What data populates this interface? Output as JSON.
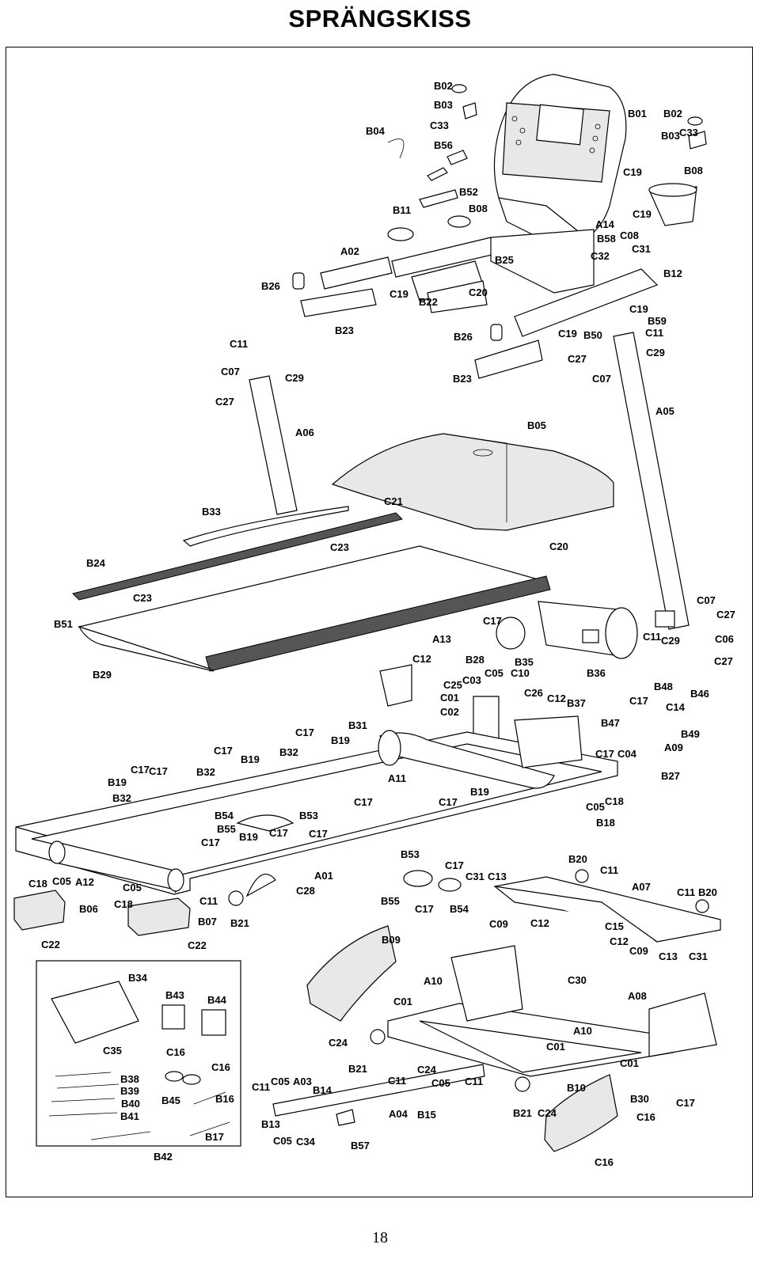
{
  "title": "SPRÄNGSKISS",
  "page_number": "18",
  "labels": {
    "console": [
      "B02",
      "B03",
      "C33",
      "B04",
      "B56",
      "B01",
      "B02",
      "B03",
      "C33",
      "C19",
      "B08",
      "C19",
      "B52",
      "B11",
      "B08",
      "A14",
      "B58",
      "C08",
      "C31",
      "C32",
      "A02",
      "B25",
      "B12",
      "B26",
      "C19",
      "B22",
      "C20",
      "C19",
      "B59",
      "C11",
      "C29",
      "B23",
      "C19",
      "B50",
      "B26",
      "C27",
      "C07",
      "B23"
    ],
    "uprights": [
      "C11",
      "C07",
      "C29",
      "C27",
      "A06",
      "A05",
      "B05",
      "B33",
      "C21",
      "C20",
      "B24",
      "C23",
      "C23",
      "C07",
      "C27",
      "C06",
      "C27",
      "C11",
      "C29"
    ],
    "deck": [
      "B51",
      "B29",
      "A13",
      "C17",
      "B28",
      "C12",
      "B35",
      "B36",
      "C05",
      "C10",
      "C25",
      "C03",
      "C01",
      "C02",
      "C26",
      "C12",
      "B37",
      "B48",
      "B46",
      "C17",
      "C14",
      "B47",
      "B49",
      "A09",
      "C17",
      "C04",
      "B27"
    ],
    "frame": [
      "C17",
      "B31",
      "B19",
      "C17",
      "B32",
      "C17",
      "B19",
      "C17",
      "B19",
      "B32",
      "B32",
      "A11",
      "C17",
      "B19",
      "C18",
      "C05",
      "B18",
      "B54",
      "B53",
      "B55",
      "C17",
      "C17",
      "B19",
      "C17",
      "C17",
      "C18",
      "C05",
      "A12",
      "C05",
      "C18",
      "C11",
      "A01",
      "C28",
      "B06",
      "B07",
      "B21",
      "C22",
      "C22"
    ],
    "incline": [
      "B53",
      "C17",
      "B55",
      "C17",
      "B54",
      "C31",
      "C13",
      "C09",
      "C12",
      "B20",
      "C11",
      "A07",
      "C11",
      "B20",
      "C15",
      "C12",
      "C09",
      "C13",
      "C31"
    ],
    "base": [
      "B09",
      "A10",
      "C01",
      "C30",
      "A08",
      "C24",
      "B21",
      "A10",
      "C01",
      "C01",
      "C11",
      "C24",
      "C05",
      "C11",
      "C11",
      "C05",
      "A03",
      "B14",
      "B10",
      "B30",
      "C17",
      "A04",
      "B15",
      "B21",
      "C24",
      "C16",
      "B13",
      "C05",
      "C34",
      "B57",
      "C16"
    ],
    "electronics_box": [
      "B34",
      "B43",
      "B44",
      "C35",
      "C16",
      "C16",
      "B38",
      "B39",
      "B40",
      "B41",
      "B45",
      "B16",
      "B17",
      "B42"
    ]
  }
}
